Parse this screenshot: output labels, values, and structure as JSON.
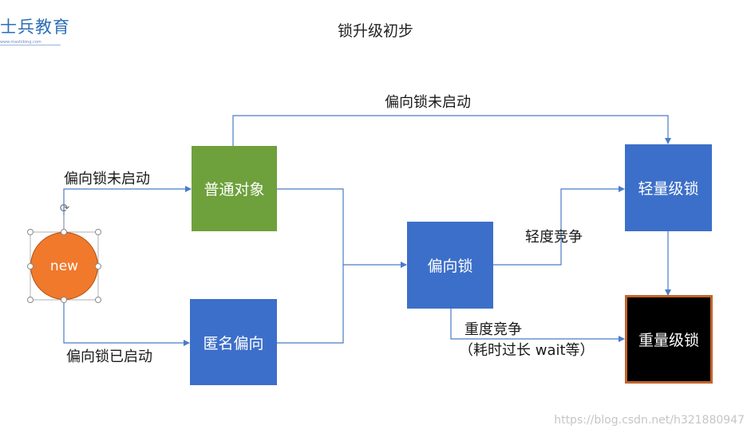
{
  "logo": {
    "text": "士兵教育",
    "url": "www.mashibing.com"
  },
  "title": "锁升级初步",
  "nodes": {
    "new": "new",
    "normal_object": "普通对象",
    "anonymous_biased": "匿名偏向",
    "biased_lock": "偏向锁",
    "lightweight_lock": "轻量级锁",
    "heavyweight_lock": "重量级锁"
  },
  "edges": {
    "top_label": "偏向锁未启动",
    "new_to_normal": "偏向锁未启动",
    "new_to_anon": "偏向锁已启动",
    "light_contention": "轻度竞争",
    "heavy_contention_line1": "重度竞争",
    "heavy_contention_line2": "（耗时过长 wait等）"
  },
  "colors": {
    "green": "#6ea03c",
    "blue": "#3c6fc9",
    "orange": "#f0792b",
    "black": "#000000",
    "line": "#4a7cc7"
  },
  "watermark": "https://blog.csdn.net/h321880947"
}
